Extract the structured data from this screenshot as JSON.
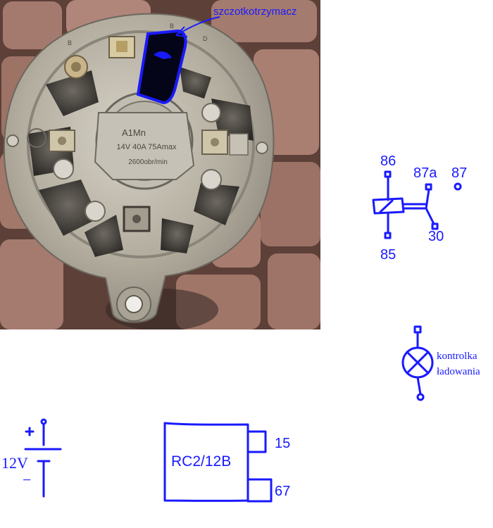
{
  "photo": {
    "annotation": "szczotkotrzymacz",
    "plate_text": {
      "line1": "A1Mn",
      "line2": "14V 40A 75Amax",
      "line3": "2600obr/min"
    },
    "terminal_mark_left": "B",
    "terminal_mark_mid": "B",
    "terminal_mark_right": "D"
  },
  "relay": {
    "pin_86": "86",
    "pin_87a": "87a",
    "pin_87": "87",
    "pin_30": "30",
    "pin_85": "85"
  },
  "lamp": {
    "label_line1": "kontrolka",
    "label_line2": "ładowania"
  },
  "battery": {
    "plus": "+",
    "voltage": "12V",
    "minus": "−"
  },
  "regulator": {
    "name": "RC2/12B",
    "pin_15": "15",
    "pin_67": "67"
  },
  "colors": {
    "ink": "#1a1aff",
    "paving": "#a0736a",
    "paving_joint": "#5d4038",
    "alloy": "#b7b1a6",
    "alloy_dark": "#5a554d"
  }
}
